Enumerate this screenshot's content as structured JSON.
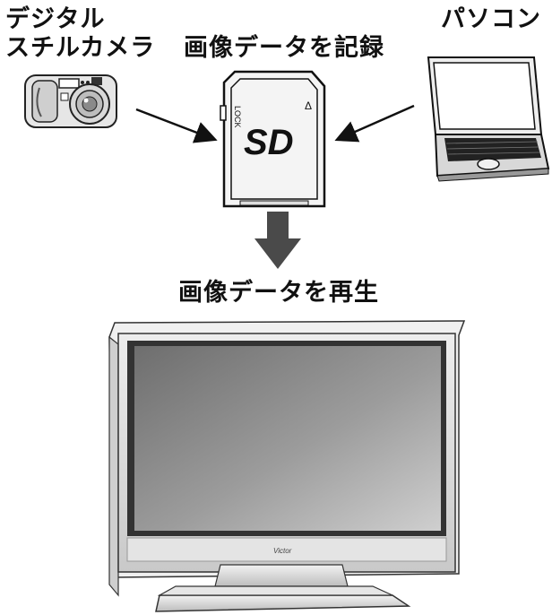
{
  "labels": {
    "camera_line1": "デジタル",
    "camera_line2": "スチルカメラ",
    "pc": "パソコン",
    "record": "画像データを記録",
    "play": "画像データを再生"
  },
  "sd_card": {
    "logo": "SD",
    "lock": "LOCK",
    "arrow_glyph": "Δ"
  },
  "tv": {
    "brand": "Victor"
  },
  "icons": [
    "digital-camera-icon",
    "sd-card-icon",
    "laptop-icon",
    "down-arrow-icon",
    "television-icon"
  ]
}
